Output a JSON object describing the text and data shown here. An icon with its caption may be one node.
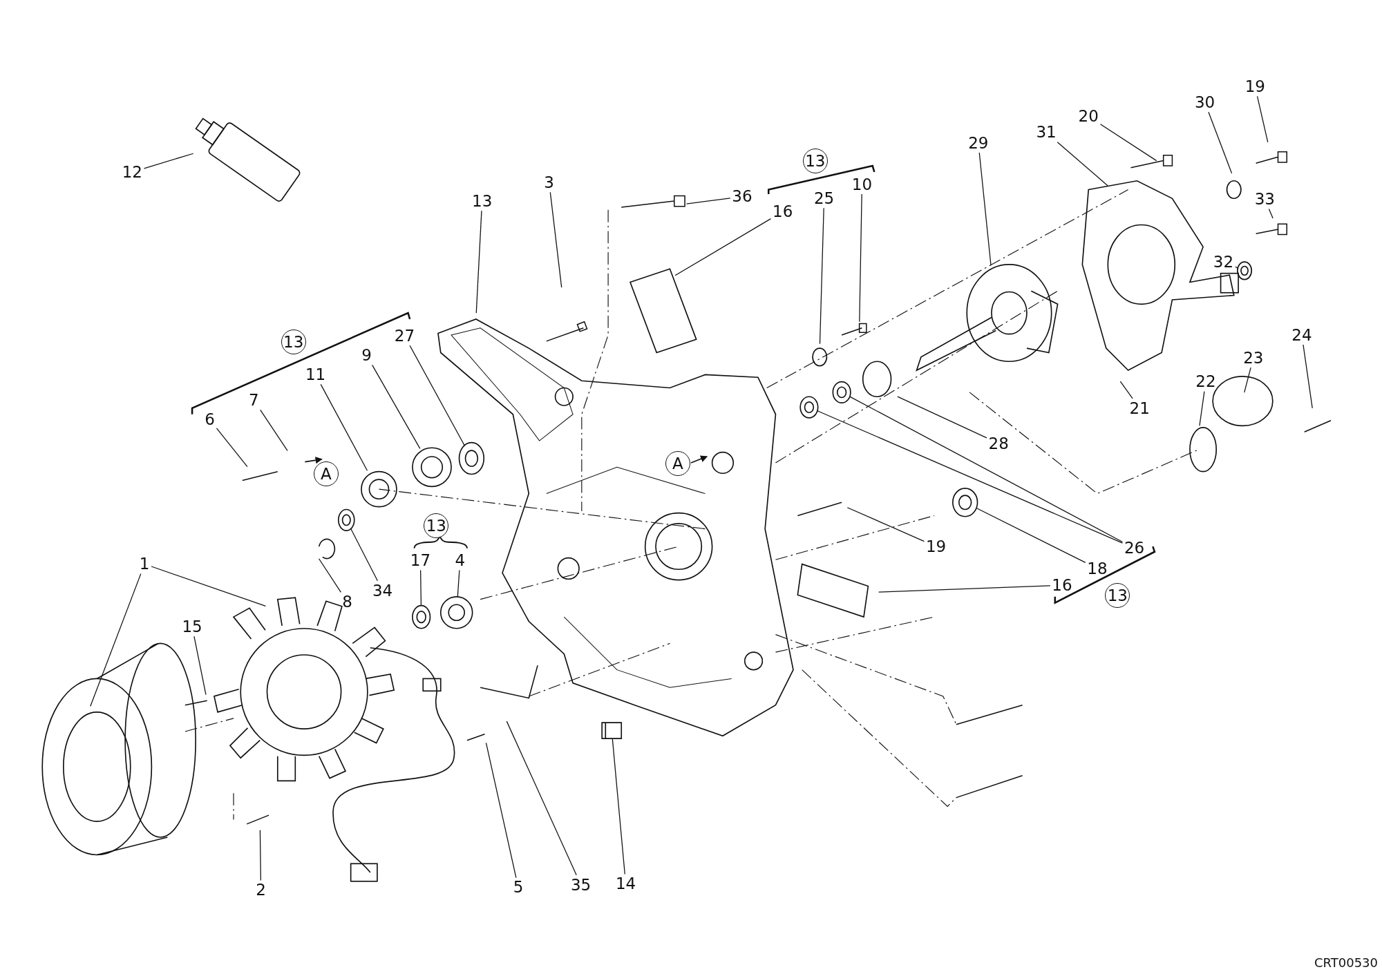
{
  "diagram": {
    "nodes": [
      {
        "text": [
          "19"
        ]
      },
      {
        "text": [
          "30"
        ]
      },
      {
        "text": [
          "20"
        ]
      },
      {
        "text": [
          "31"
        ]
      },
      {
        "text": [
          "29"
        ]
      },
      {
        "text": [
          "13"
        ]
      },
      {
        "text": [
          "12"
        ]
      },
      {
        "text": [
          "3"
        ]
      },
      {
        "text": [
          "10"
        ]
      },
      {
        "text": [
          "36"
        ]
      },
      {
        "text": [
          "25"
        ]
      },
      {
        "text": [
          "33"
        ]
      },
      {
        "text": [
          "13"
        ]
      },
      {
        "text": [
          "16"
        ]
      },
      {
        "text": [
          "32"
        ]
      },
      {
        "text": [
          "24"
        ]
      },
      {
        "text": [
          "27"
        ]
      },
      {
        "text": [
          "13"
        ]
      },
      {
        "text": [
          "9"
        ]
      },
      {
        "text": [
          "23"
        ]
      },
      {
        "text": [
          "11"
        ]
      },
      {
        "text": [
          "22"
        ]
      },
      {
        "text": [
          "7"
        ]
      },
      {
        "text": [
          "21"
        ]
      },
      {
        "text": [
          "6"
        ]
      },
      {
        "text": [
          "28"
        ]
      },
      {
        "text": [
          "A"
        ]
      },
      {
        "text": [
          "A"
        ]
      },
      {
        "text": [
          "13"
        ]
      },
      {
        "text": [
          "19"
        ]
      },
      {
        "text": [
          "26"
        ]
      },
      {
        "text": [
          "17"
        ]
      },
      {
        "text": [
          "4"
        ]
      },
      {
        "text": [
          "1"
        ]
      },
      {
        "text": [
          "18"
        ]
      },
      {
        "text": [
          "16"
        ]
      },
      {
        "text": [
          "13"
        ]
      },
      {
        "text": [
          "8"
        ]
      },
      {
        "text": [
          "34"
        ]
      },
      {
        "text": [
          "15"
        ]
      },
      {
        "text": [
          "2"
        ]
      },
      {
        "text": [
          "5"
        ]
      },
      {
        "text": [
          "35"
        ]
      },
      {
        "text": [
          "14"
        ]
      },
      {
        "text": [],
        "shape": "circle"
      },
      {
        "text": [],
        "shape": "circle"
      },
      {
        "text": [],
        "shape": "circle"
      },
      {
        "text": [],
        "shape": "circle"
      },
      {
        "text": [],
        "shape": "cylinder"
      },
      {
        "text": [],
        "shape": "circle"
      },
      {
        "text": [],
        "shape": "circle"
      },
      {
        "text": [],
        "shape": "circle"
      },
      {
        "text": [],
        "shape": "circle"
      }
    ],
    "edges": [
      {
        "from": 0,
        "to": null,
        "arrow": "none"
      },
      {
        "from": 1,
        "to": null,
        "arrow": "none"
      },
      {
        "from": 2,
        "to": null,
        "arrow": "none"
      },
      {
        "from": 3,
        "to": null,
        "arrow": "none"
      },
      {
        "from": 4,
        "to": null,
        "arrow": "none"
      },
      {
        "from": 6,
        "to": null,
        "arrow": "none"
      },
      {
        "from": 7,
        "to": null,
        "arrow": "none"
      },
      {
        "from": 8,
        "to": null,
        "arrow": "none"
      },
      {
        "from": 9,
        "to": null,
        "arrow": "none"
      },
      {
        "from": 10,
        "to": null,
        "arrow": "none"
      },
      {
        "from": 11,
        "to": null,
        "arrow": "none"
      },
      {
        "from": 12,
        "to": null,
        "arrow": "none"
      },
      {
        "from": 13,
        "to": null,
        "arrow": "none"
      },
      {
        "from": 14,
        "to": 52,
        "arrow": "none"
      },
      {
        "from": 15,
        "to": null,
        "arrow": "none"
      },
      {
        "from": 16,
        "to": 47,
        "arrow": "none"
      },
      {
        "from": 18,
        "to": null,
        "arrow": "none"
      },
      {
        "from": 19,
        "to": null,
        "arrow": "none"
      },
      {
        "from": 20,
        "to": null,
        "arrow": "none"
      },
      {
        "from": 21,
        "to": null,
        "arrow": "none"
      },
      {
        "from": 22,
        "to": null,
        "arrow": "none"
      },
      {
        "from": 23,
        "to": null,
        "arrow": "none"
      },
      {
        "from": 24,
        "to": null,
        "arrow": "none"
      },
      {
        "from": 25,
        "to": null,
        "arrow": "none"
      },
      {
        "from": 29,
        "to": null,
        "arrow": "none"
      },
      {
        "from": 30,
        "to": 50,
        "arrow": "none"
      },
      {
        "from": 30,
        "to": 49,
        "arrow": "none"
      },
      {
        "from": 31,
        "to": 45,
        "arrow": "none"
      },
      {
        "from": 32,
        "to": 46,
        "arrow": "none"
      },
      {
        "from": 33,
        "to": null,
        "arrow": "none"
      },
      {
        "from": 33,
        "to": null,
        "arrow": "none"
      },
      {
        "from": 34,
        "to": 51,
        "arrow": "none"
      },
      {
        "from": 35,
        "to": null,
        "arrow": "none"
      },
      {
        "from": 37,
        "to": null,
        "arrow": "none"
      },
      {
        "from": 38,
        "to": 44,
        "arrow": "none"
      },
      {
        "from": 39,
        "to": null,
        "arrow": "none"
      },
      {
        "from": 40,
        "to": null,
        "arrow": "none"
      },
      {
        "from": 41,
        "to": null,
        "arrow": "none"
      },
      {
        "from": 42,
        "to": null,
        "arrow": "none"
      },
      {
        "from": 43,
        "to": 48,
        "arrow": "none"
      }
    ],
    "labels": [
      "CRT00530"
    ]
  }
}
